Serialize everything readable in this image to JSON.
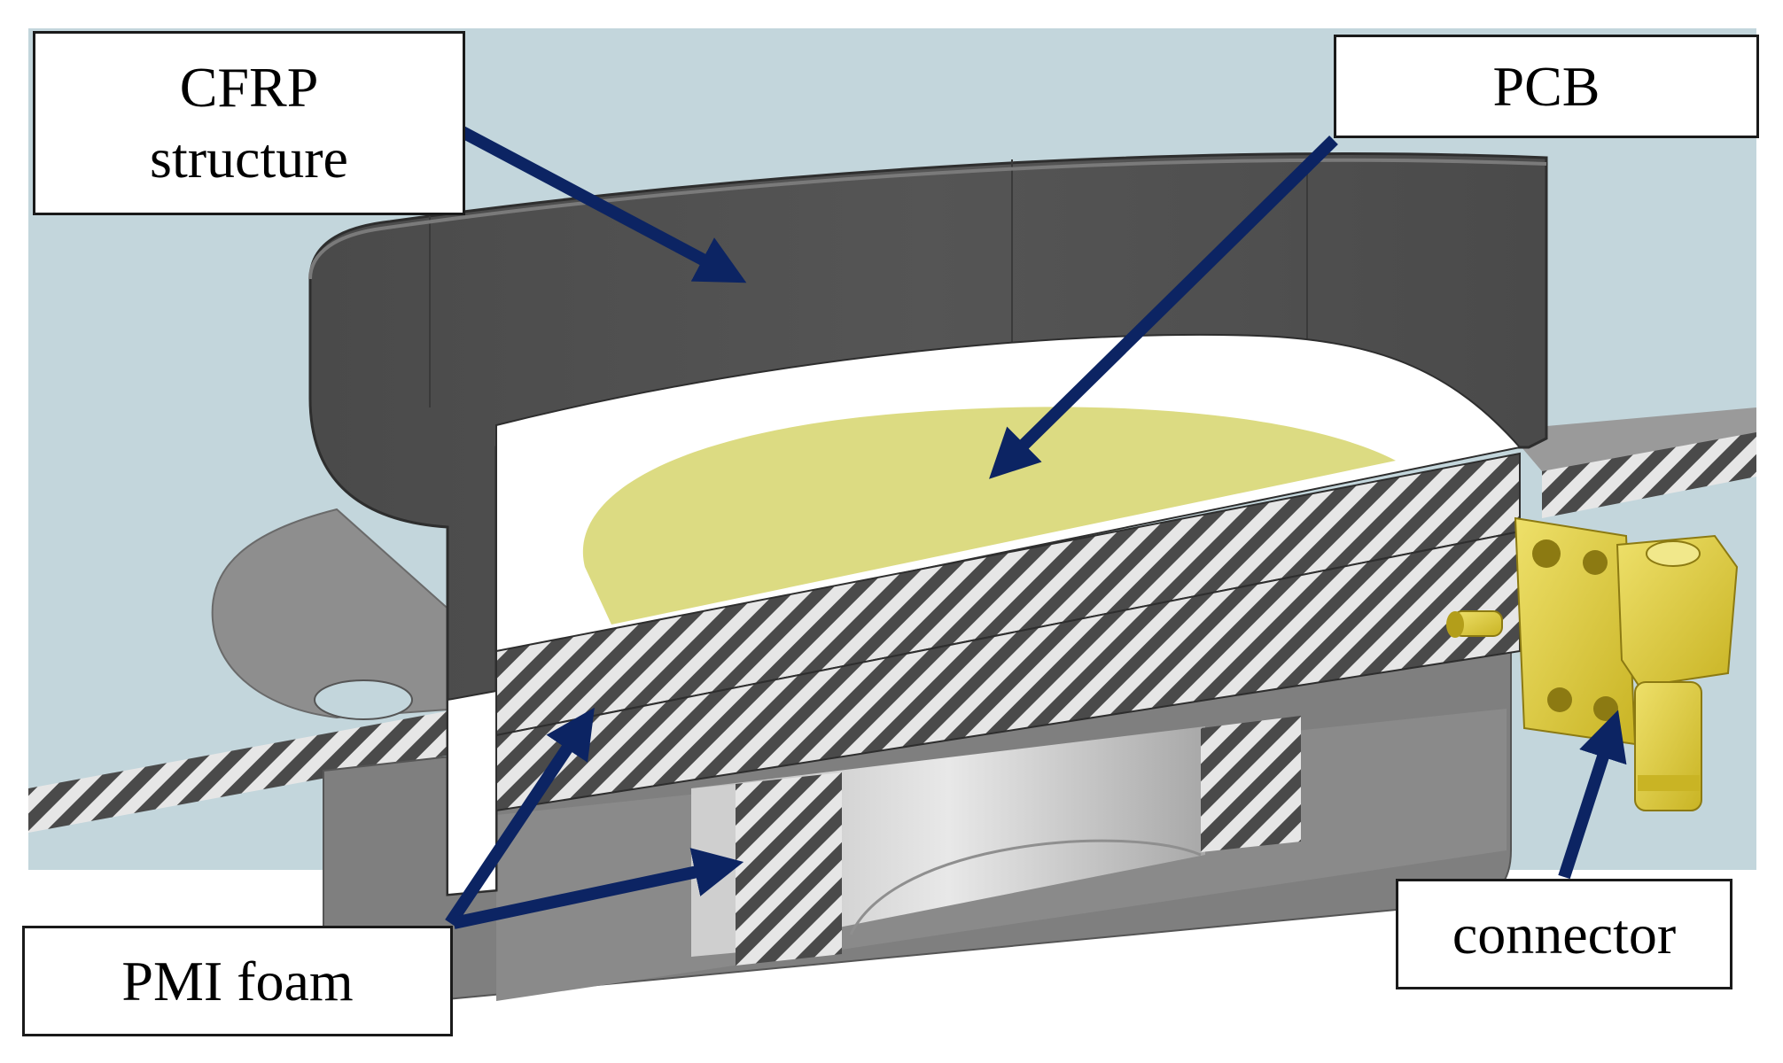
{
  "labels": {
    "cfrp": {
      "line1": "CFRP",
      "line2": "structure"
    },
    "pcb": "PCB",
    "foam": "PMI foam",
    "connector": "connector"
  },
  "colors": {
    "background_plate": "#c3d6dc",
    "cfrp": "#4d4d4d",
    "cfrp_dark": "#3a3a3a",
    "pcb": "#dcdb82",
    "connector": "#d9c836",
    "hatch_dark": "#4a4a4a",
    "hatch_light": "#e6e6e6",
    "arrow": "#0c2463"
  }
}
